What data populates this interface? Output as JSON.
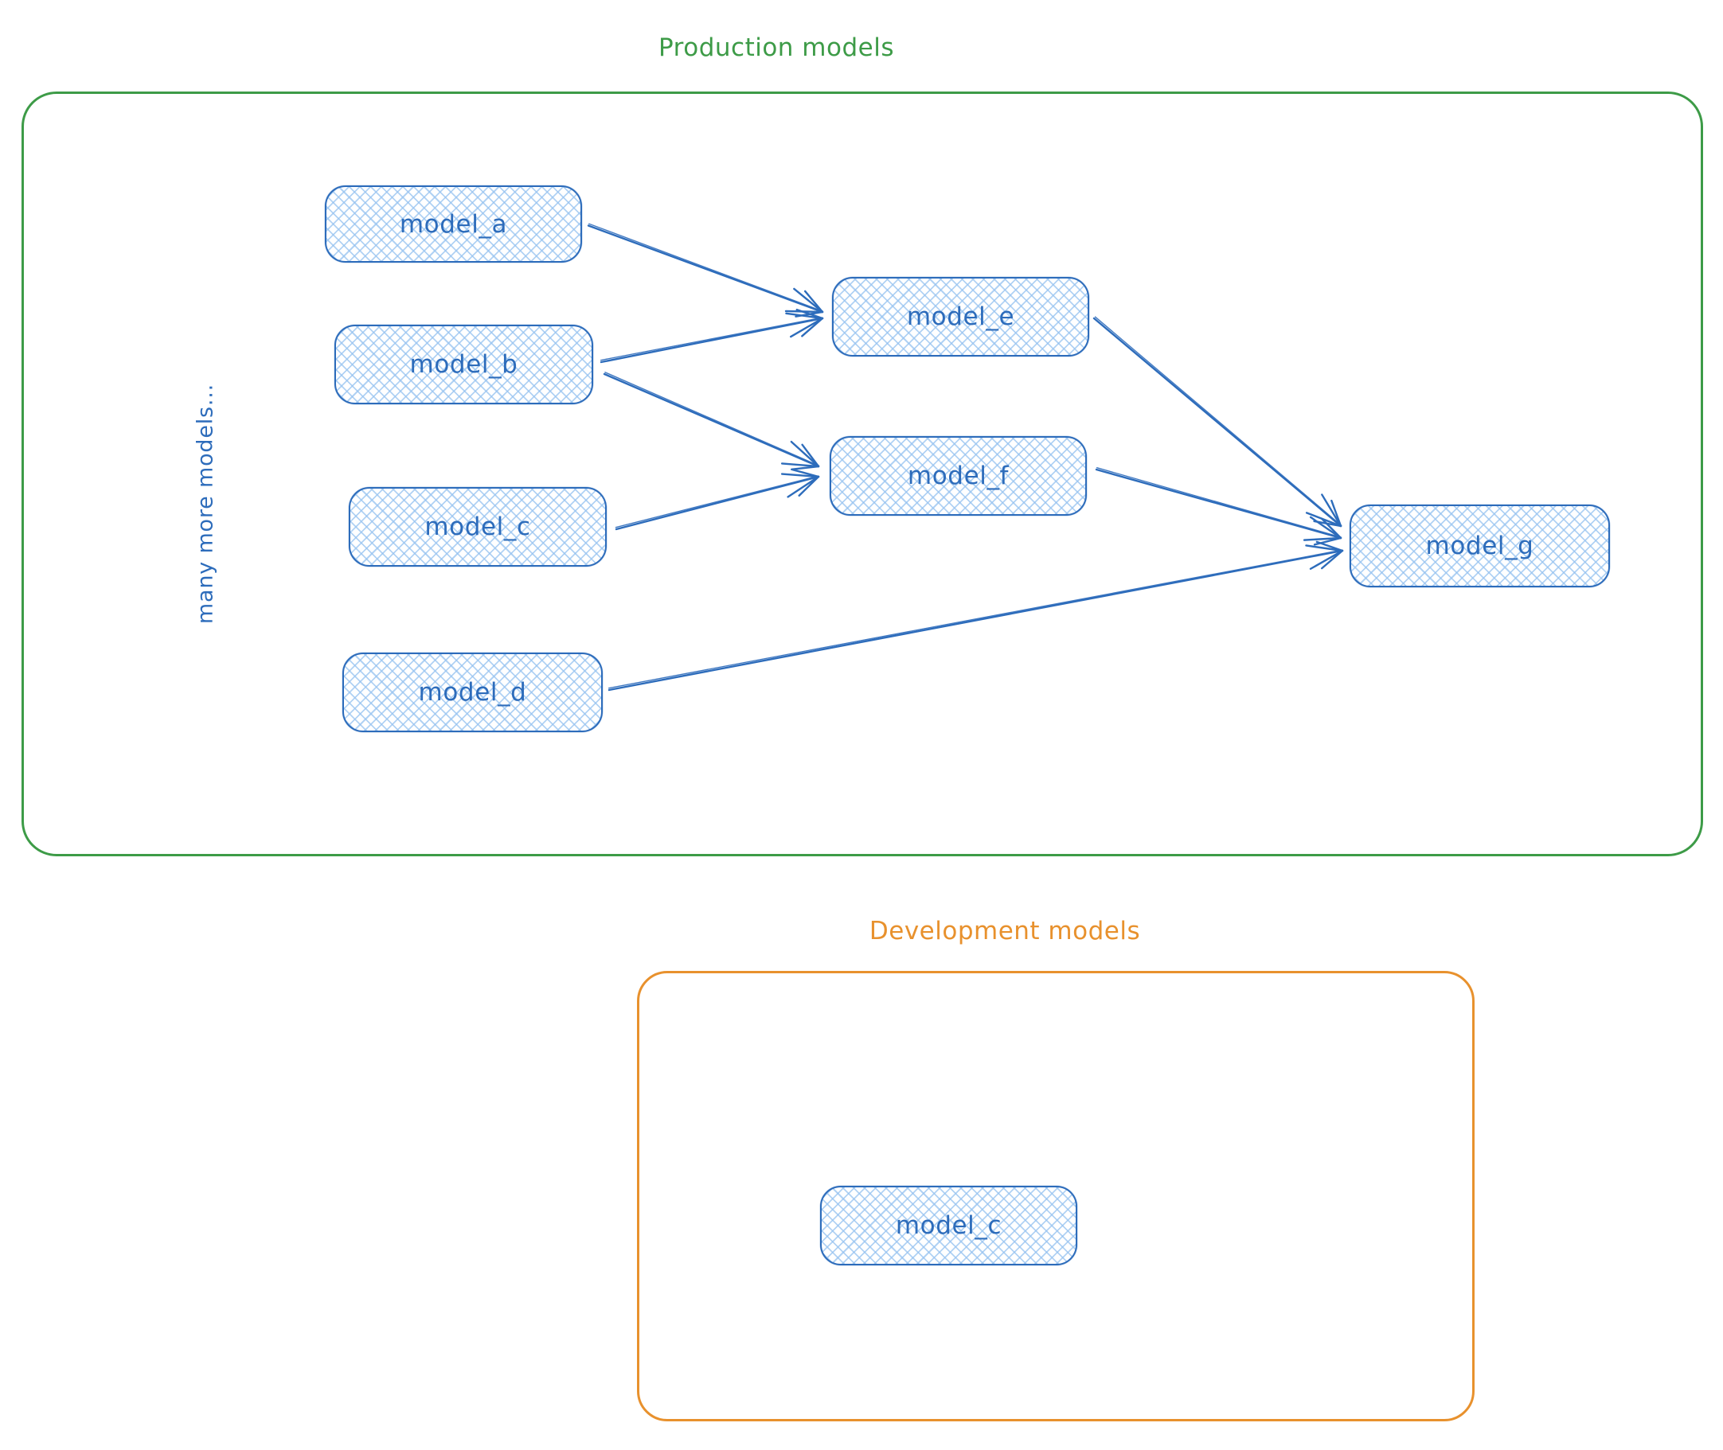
{
  "page": {
    "background_color": "#ffffff"
  },
  "diagram": {
    "production": {
      "title": "Production models",
      "accent_color": "#3d9b47",
      "side_note": "many more models..."
    },
    "development": {
      "title": "Development models",
      "accent_color": "#e8912d"
    },
    "node_style": {
      "border_color": "#2d6cbb",
      "hatch_color": "#97c3f0",
      "label_color": "#2d6cbb"
    },
    "nodes": [
      {
        "id": "prod-model_a",
        "label": "model_a",
        "group": "production"
      },
      {
        "id": "prod-model_b",
        "label": "model_b",
        "group": "production"
      },
      {
        "id": "prod-model_c",
        "label": "model_c",
        "group": "production"
      },
      {
        "id": "prod-model_d",
        "label": "model_d",
        "group": "production"
      },
      {
        "id": "prod-model_e",
        "label": "model_e",
        "group": "production"
      },
      {
        "id": "prod-model_f",
        "label": "model_f",
        "group": "production"
      },
      {
        "id": "prod-model_g",
        "label": "model_g",
        "group": "production"
      },
      {
        "id": "dev-model_c",
        "label": "model_c",
        "group": "development"
      }
    ],
    "edges": [
      {
        "from": "prod-model_a",
        "to": "prod-model_e"
      },
      {
        "from": "prod-model_b",
        "to": "prod-model_e"
      },
      {
        "from": "prod-model_b",
        "to": "prod-model_f"
      },
      {
        "from": "prod-model_c",
        "to": "prod-model_f"
      },
      {
        "from": "prod-model_e",
        "to": "prod-model_g"
      },
      {
        "from": "prod-model_f",
        "to": "prod-model_g"
      },
      {
        "from": "prod-model_d",
        "to": "prod-model_g"
      }
    ]
  }
}
